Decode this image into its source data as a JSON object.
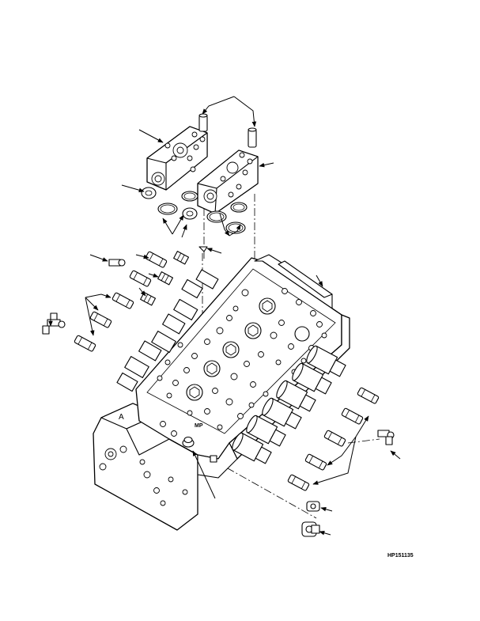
{
  "figure": {
    "reference_code": "HP151135",
    "manifold_port_letter": "A",
    "port_marking": "MP"
  }
}
